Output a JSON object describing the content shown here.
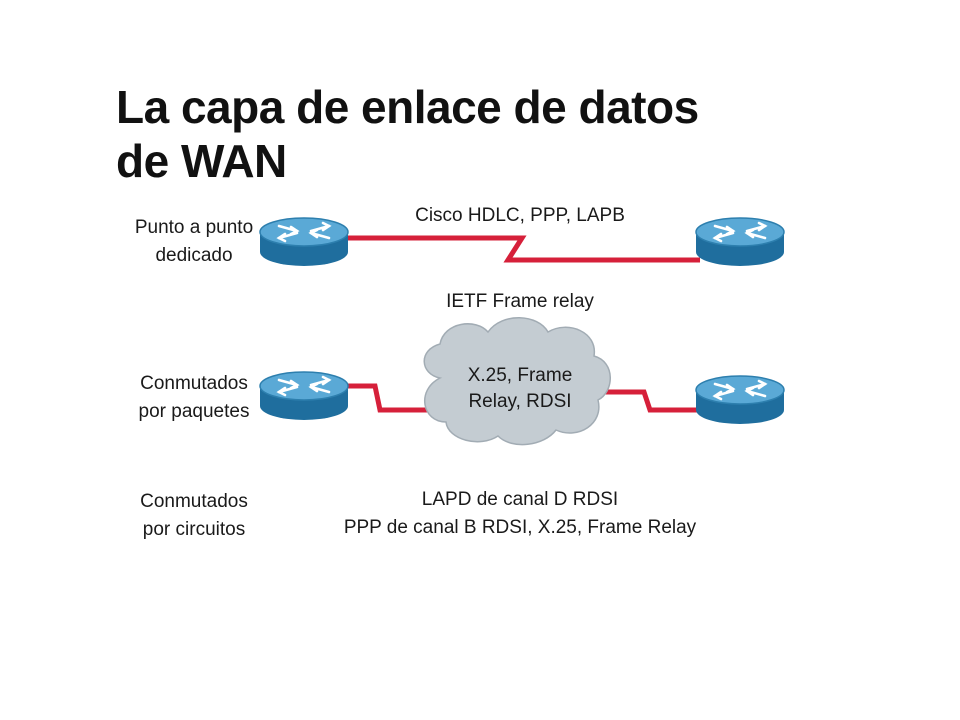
{
  "title": {
    "line1": "La capa de enlace de datos",
    "line2": "de WAN"
  },
  "rows": [
    {
      "label_line1": "Punto a punto",
      "label_line2": "dedicado"
    },
    {
      "label_line1": "Conmutados",
      "label_line2": "por paquetes"
    },
    {
      "label_line1": "Conmutados",
      "label_line2": "por circuitos"
    }
  ],
  "protocols": {
    "point_to_point": "Cisco HDLC, PPP, LAPB",
    "ietf": "IETF Frame relay",
    "circuit_line1": "LAPD de canal D RDSI",
    "circuit_line2": "PPP de canal B RDSI, X.25, Frame Relay"
  },
  "cloud": {
    "line1": "X.25, Frame",
    "line2": "Relay, RDSI"
  },
  "colors": {
    "link": "#d6203a",
    "router_top": "#5aa9d6",
    "router_side": "#1f6e9e",
    "cloud_fill": "#c4ccd2"
  },
  "icons": [
    "router-icon",
    "cloud-icon",
    "serial-link-icon"
  ]
}
